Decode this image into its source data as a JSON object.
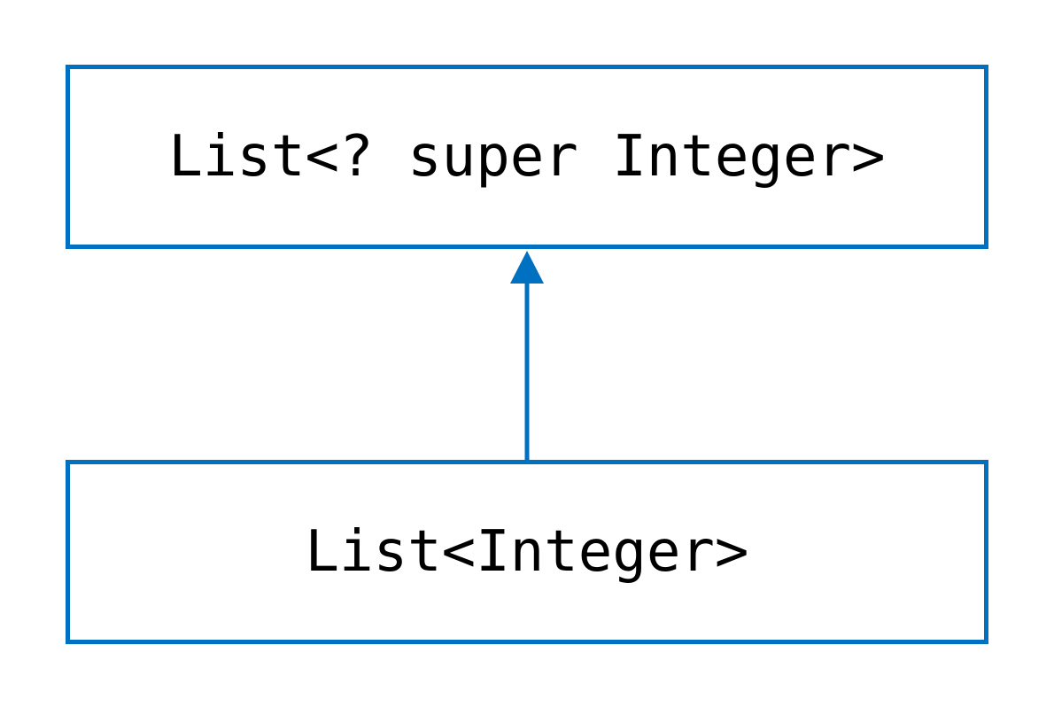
{
  "diagram": {
    "nodes": [
      {
        "id": "supertype",
        "label": "List<? super Integer>"
      },
      {
        "id": "subtype",
        "label": "List<Integer>"
      }
    ],
    "edges": [
      {
        "from": "subtype",
        "to": "supertype",
        "arrow": "filled-triangle"
      }
    ],
    "colors": {
      "stroke": "#0070C0",
      "text": "#000000",
      "background": "#ffffff"
    }
  }
}
